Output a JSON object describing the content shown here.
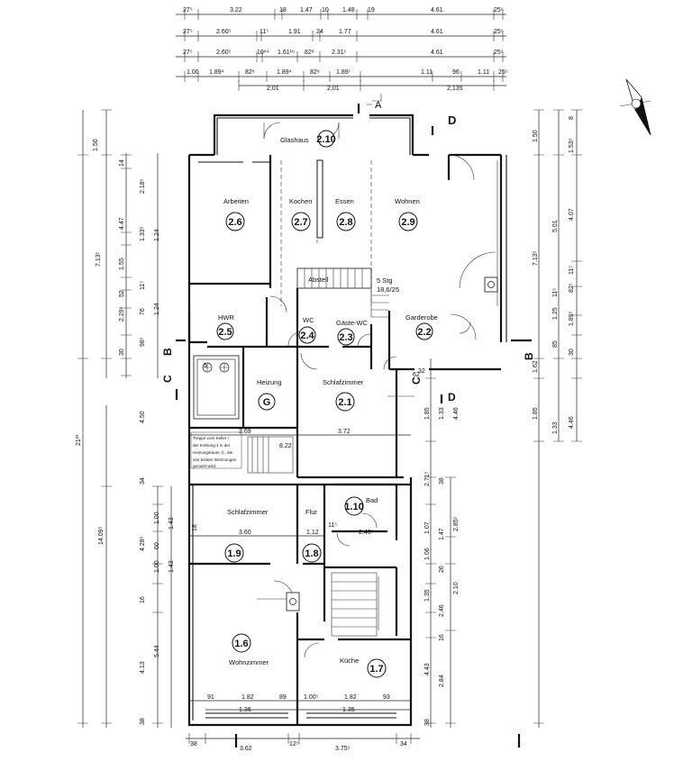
{
  "rooms": [
    {
      "id": "r210",
      "name": "Glashaus",
      "num": "2.10"
    },
    {
      "id": "r26",
      "name": "Arbeiten",
      "num": "2.6"
    },
    {
      "id": "r27",
      "name": "Kochen",
      "num": "2.7"
    },
    {
      "id": "r28",
      "name": "Essen",
      "num": "2.8"
    },
    {
      "id": "r29",
      "name": "Wohnen",
      "num": "2.9"
    },
    {
      "id": "r25",
      "name": "HWR",
      "num": "2.5"
    },
    {
      "id": "r24",
      "name": "WC",
      "num": "2.4"
    },
    {
      "id": "r23",
      "name": "Gäste-WC",
      "num": "2.3"
    },
    {
      "id": "r22",
      "name": "Garderobe",
      "num": "2.2"
    },
    {
      "id": "rG",
      "name": "Heizung",
      "num": "G"
    },
    {
      "id": "r21",
      "name": "Schlafzimmer",
      "num": "2.1"
    },
    {
      "id": "r19",
      "name": "Schlafzimmer",
      "num": "1.9"
    },
    {
      "id": "r18",
      "name": "Flur",
      "num": "1.8"
    },
    {
      "id": "r110",
      "name": "Bad",
      "num": "1.10"
    },
    {
      "id": "r16",
      "name": "Wohnzimmer",
      "num": "1.6"
    },
    {
      "id": "r17",
      "name": "Küche",
      "num": "1.7"
    }
  ],
  "section_marks": [
    "A",
    "B",
    "C",
    "D",
    "B",
    "C",
    "D"
  ],
  "stair_labels": [
    "Abstell",
    "5 Stg",
    "18,6/25"
  ],
  "boiler_note": [
    "Treppe vom Keller i",
    "der Kohlung 1 in der",
    "Heizungsraum ⓖ, die",
    "von beiden Wohnungen",
    "genutzt wird."
  ],
  "top_dims": [
    [
      "27⁵",
      "3.22",
      "18",
      "1.47",
      "10",
      "1.48",
      "19",
      "4.61",
      "25⁵"
    ],
    [
      "27⁵",
      "2.60⁵",
      "11⁵",
      "1.91",
      "24",
      "1.77",
      "4.61",
      "25⁵"
    ],
    [
      "27⁵",
      "2.60⁵",
      "10⁸⁴",
      "1.61¹⁶",
      "82⁸",
      "2.31⁵",
      "4.61",
      "25⁵"
    ],
    [
      "1.00",
      "1.89⁴",
      "82⁸",
      "1.89⁴",
      "82⁸",
      "1.89⁷",
      "1.11",
      "96",
      "1.11",
      "25⁵"
    ],
    [
      "2,01",
      "2,01",
      "2,135"
    ]
  ],
  "inner_dims": [
    "3.69",
    "8.22",
    "3.72",
    "3.60",
    "1.12",
    "11⁵",
    "2.46⁵",
    "1.36",
    "1.35",
    "91",
    "1.82",
    "89",
    "1.00⁵",
    "1.82",
    "93",
    "62",
    "5"
  ],
  "bottom_dims": [
    "38",
    "3.62",
    "12⁵",
    "3.75⁵",
    "34"
  ],
  "left_dims": [
    "1.50",
    "14",
    "2.18⁵",
    "4.47",
    "1.33⁵",
    "1.24",
    "7.13⁵",
    "1.55",
    "11⁵",
    "52",
    "2.29⁵",
    "76",
    "1.24",
    "30",
    "98⁵",
    "4.50",
    "21²³",
    "34",
    "14.09⁵",
    "1.00",
    "1.43",
    "4.28⁵",
    "60",
    "1.00",
    "1.43",
    "16",
    "4.13",
    "5.44",
    "38",
    "18"
  ],
  "right_dims": [
    "1.50",
    "8",
    "1.53⁵",
    "5.01",
    "4.07",
    "7.13⁵",
    "11⁵",
    "82⁵",
    "11⁵",
    "1.25",
    "1.89⁵",
    "85",
    "30",
    "1.62",
    "1.85",
    "1.33",
    "4.46",
    "1.85",
    "1.33",
    "4.46",
    "2.71⁵",
    "38",
    "1.47",
    "2.85⁵",
    "1.07",
    "1.06",
    "26",
    "2.10",
    "1.35",
    "2.46",
    "16",
    "4.43",
    "2.84",
    "38",
    "32"
  ],
  "colors": {
    "line": "#111111",
    "paper": "#ffffff"
  }
}
